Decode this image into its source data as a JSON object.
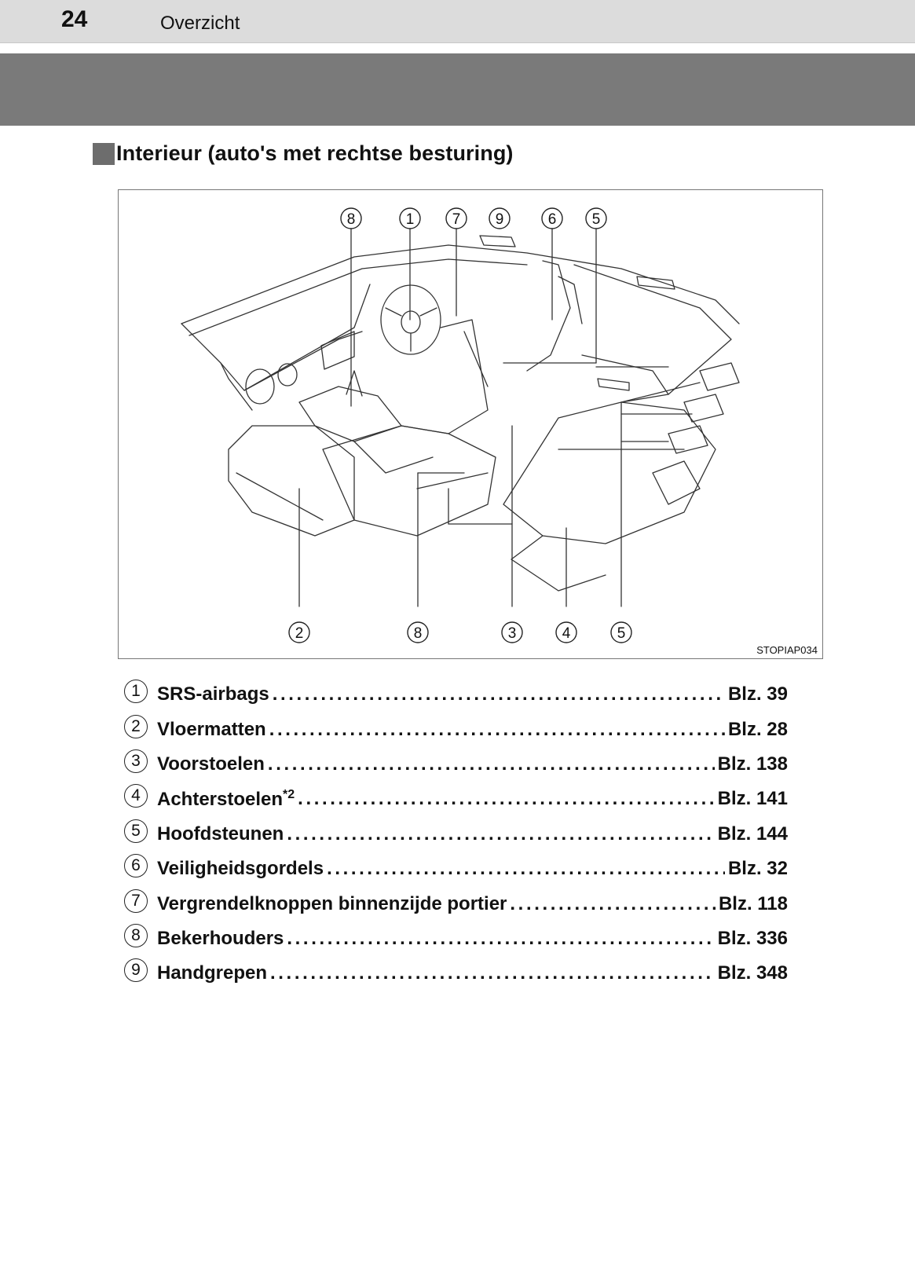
{
  "header": {
    "page_number": "24",
    "section": "Overzicht"
  },
  "heading": "Interieur (auto's met rechtse besturing)",
  "figure": {
    "code": "STOPIAP034",
    "top_callouts": [
      "8",
      "1",
      "7",
      "9",
      "6",
      "5"
    ],
    "bottom_callouts": [
      "2",
      "8",
      "3",
      "4",
      "5"
    ]
  },
  "legend": [
    {
      "num": "1",
      "label": "SRS-airbags",
      "sup": "",
      "page": "Blz. 39"
    },
    {
      "num": "2",
      "label": "Vloermatten",
      "sup": "",
      "page": "Blz. 28"
    },
    {
      "num": "3",
      "label": "Voorstoelen",
      "sup": "",
      "page": "Blz. 138"
    },
    {
      "num": "4",
      "label": "Achterstoelen",
      "sup": "*2",
      "page": "Blz. 141"
    },
    {
      "num": "5",
      "label": "Hoofdsteunen",
      "sup": "",
      "page": "Blz. 144"
    },
    {
      "num": "6",
      "label": "Veiligheidsgordels",
      "sup": "",
      "page": "Blz. 32"
    },
    {
      "num": "7",
      "label": "Vergrendelknoppen binnenzijde portier",
      "sup": "",
      "page": "Blz. 118"
    },
    {
      "num": "8",
      "label": "Bekerhouders",
      "sup": "",
      "page": "Blz. 336"
    },
    {
      "num": "9",
      "label": "Handgrepen",
      "sup": "",
      "page": "Blz. 348"
    }
  ]
}
